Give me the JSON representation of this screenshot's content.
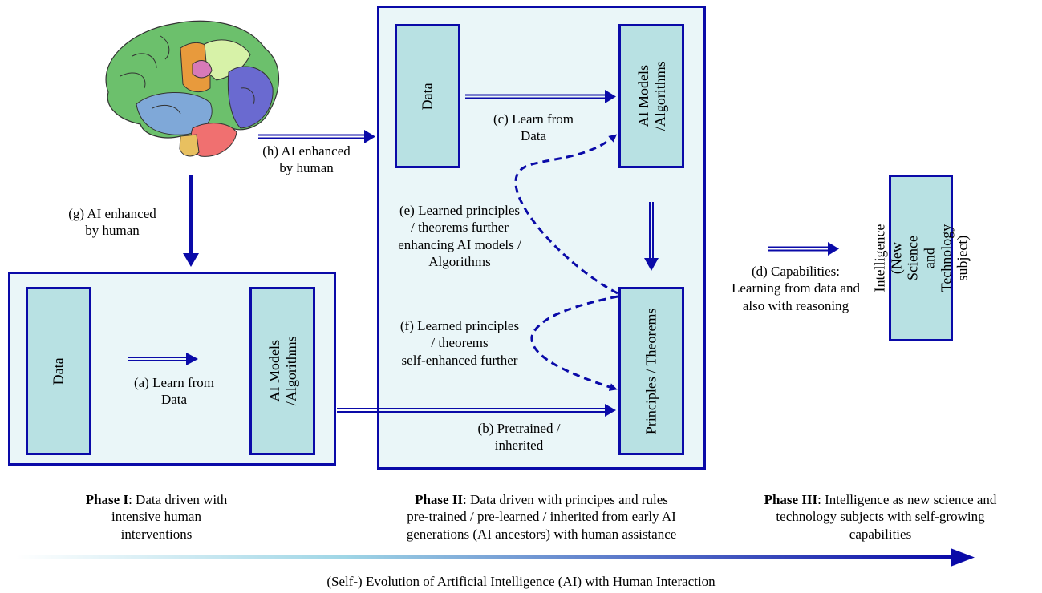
{
  "phase2_blocks": {
    "data": "Data",
    "models": "AI Models /Algorithms",
    "principles": "Principles / Theorems"
  },
  "phase1_blocks": {
    "data": "Data",
    "models": "AI Models /Algorithms"
  },
  "intelligence_block": "Intelligence (New Science and Technology subject)",
  "labels": {
    "a": [
      "(a) Learn from",
      "Data"
    ],
    "b": [
      "(b) Pretrained /",
      "inherited"
    ],
    "c": [
      "(c) Learn from",
      "Data"
    ],
    "d": [
      "(d) Capabilities:",
      "Learning from data and",
      "also with reasoning"
    ],
    "e": [
      "(e) Learned principles",
      "/ theorems further",
      "enhancing AI models /",
      "Algorithms"
    ],
    "f": [
      "(f) Learned principles",
      "/ theorems",
      "self-enhanced further"
    ],
    "g": [
      "(g) AI enhanced",
      "by human"
    ],
    "h": [
      "(h) AI enhanced",
      "by human"
    ]
  },
  "phases": {
    "p1": {
      "bold": "Phase I",
      "rest": ": Data driven with",
      "lines": [
        "intensive human",
        "interventions"
      ]
    },
    "p2": {
      "bold": "Phase II",
      "rest": ": Data driven with principes and rules",
      "lines": [
        "pre-trained / pre-learned / inherited from early AI",
        "generations (AI ancestors) with human assistance"
      ]
    },
    "p3": {
      "bold": "Phase III",
      "rest": ": Intelligence as new science and",
      "lines": [
        "technology subjects with self-growing",
        "capabilities"
      ]
    }
  },
  "caption": "(Self-) Evolution of Artificial Intelligence (AI) with Human Interaction",
  "colors": {
    "arrow": "#0a0aa8",
    "frame_fill": "#eaf6f8",
    "block_fill": "#b8e1e3"
  }
}
